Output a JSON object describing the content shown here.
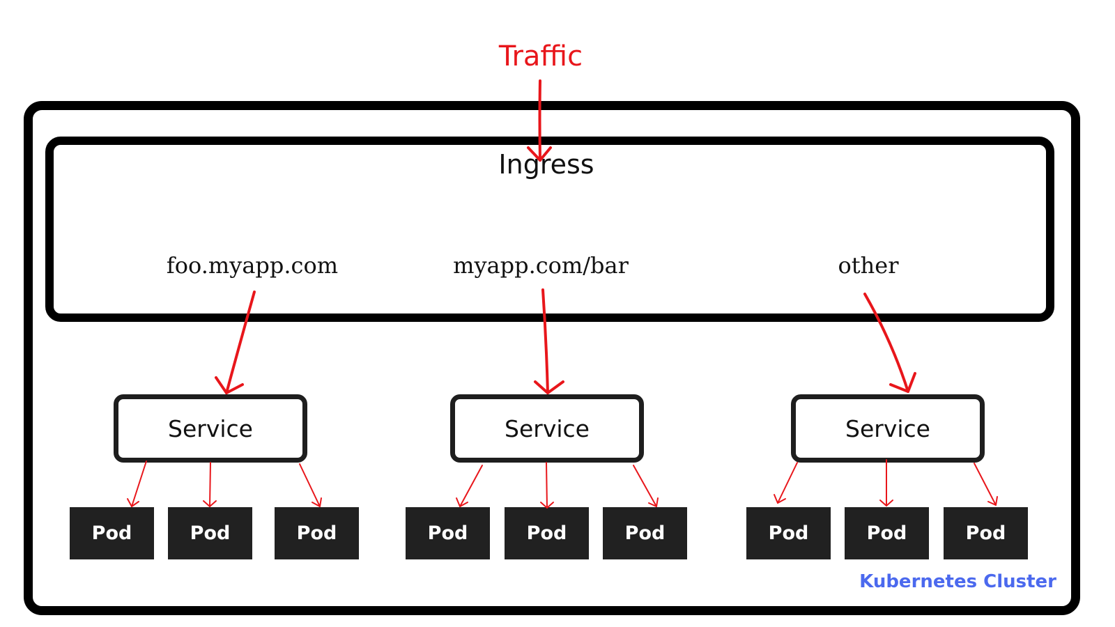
{
  "diagram": {
    "traffic_label": "Traffic",
    "ingress_title": "Ingress",
    "cluster_label": "Kubernetes Cluster",
    "routes": [
      {
        "rule": "foo.myapp.com",
        "service": "Service",
        "pods": [
          "Pod",
          "Pod",
          "Pod"
        ]
      },
      {
        "rule": "myapp.com/bar",
        "service": "Service",
        "pods": [
          "Pod",
          "Pod",
          "Pod"
        ]
      },
      {
        "rule": "other",
        "service": "Service",
        "pods": [
          "Pod",
          "Pod",
          "Pod"
        ]
      }
    ]
  },
  "colors": {
    "arrow": "#e8161b",
    "cluster_label": "#4b69ee",
    "pod_fill": "#212121",
    "outline": "#000000"
  }
}
